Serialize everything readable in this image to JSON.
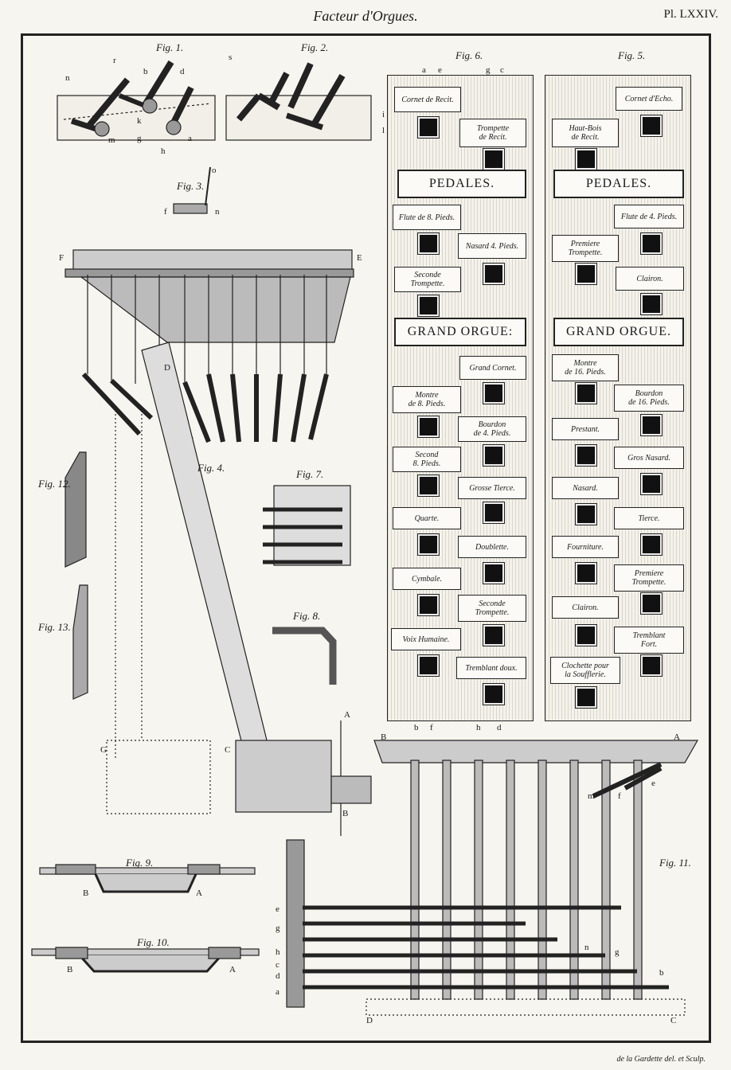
{
  "plate": {
    "title": "Facteur d'Orgues.",
    "number": "Pl. LXXIV.",
    "signature": "de la Gardette del. et Sculp."
  },
  "figures": {
    "fig1": "Fig. 1.",
    "fig2": "Fig. 2.",
    "fig3": "Fig. 3.",
    "fig4": "Fig. 4.",
    "fig5": "Fig. 5.",
    "fig6": "Fig. 6.",
    "fig7": "Fig. 7.",
    "fig8": "Fig. 8.",
    "fig9": "Fig. 9.",
    "fig10": "Fig. 10.",
    "fig11": "Fig. 11.",
    "fig12": "Fig. 12.",
    "fig13": "Fig. 13."
  },
  "letters": {
    "n": "n",
    "r": "r",
    "b": "b",
    "d": "d",
    "s": "s",
    "m": "m",
    "g": "g",
    "a": "a",
    "h": "h",
    "k": "k",
    "f3": "f",
    "n3": "n",
    "o3": "o",
    "F": "F",
    "E": "E",
    "D": "D",
    "G": "G",
    "C": "C",
    "A": "A",
    "B": "B",
    "f6a": "a",
    "f6e": "e",
    "f6g": "g",
    "f6c": "c",
    "f6i": "i",
    "f6l": "l",
    "f6b": "b",
    "f6f": "f",
    "f6h": "h",
    "f6d": "d",
    "B9": "B",
    "A9": "A",
    "B10": "B",
    "A10": "A",
    "B11": "B",
    "A11": "A",
    "D11": "D",
    "C11": "C",
    "m11": "m",
    "f11": "f",
    "e11": "e",
    "n11": "n",
    "g11": "g",
    "b11": "b",
    "e11b": "e",
    "g11b": "g",
    "h11": "h",
    "c11": "c",
    "d11": "d",
    "a11": "a"
  },
  "fig6": {
    "pedales": "PEDALES.",
    "grand_orgue": "GRAND ORGUE:",
    "stops": [
      "Cornet de Recit.",
      "Trompette\nde Recit.",
      "Flute de 8. Pieds.",
      "Nasard 4. Pieds.",
      "Seconde\nTrompette.",
      "Grand Cornet.",
      "Montre\nde 8. Pieds.",
      "Bourdon\nde 4. Pieds.",
      "Second\n8. Pieds.",
      "Grosse Tierce.",
      "Quarte.",
      "Doublette.",
      "Cymbale.",
      "Seconde\nTrompette.",
      "Voix Humaine.",
      "Tremblant doux."
    ]
  },
  "fig5": {
    "pedales": "PEDALES.",
    "grand_orgue": "GRAND ORGUE.",
    "stops": [
      "Cornet d'Echo.",
      "Haut-Bois\nde Recit.",
      "Flute de 4. Pieds.",
      "Premiere\nTrompette.",
      "Clairon.",
      "Montre\nde 16. Pieds.",
      "Bourdon\nde 16. Pieds.",
      "Prestant.",
      "Gros Nasard.",
      "Nasard.",
      "Tierce.",
      "Fourniture.",
      "Premiere\nTrompette.",
      "Clairon.",
      "Tremblant\nFort.",
      "Clochette pour\nla Soufflerie."
    ]
  }
}
